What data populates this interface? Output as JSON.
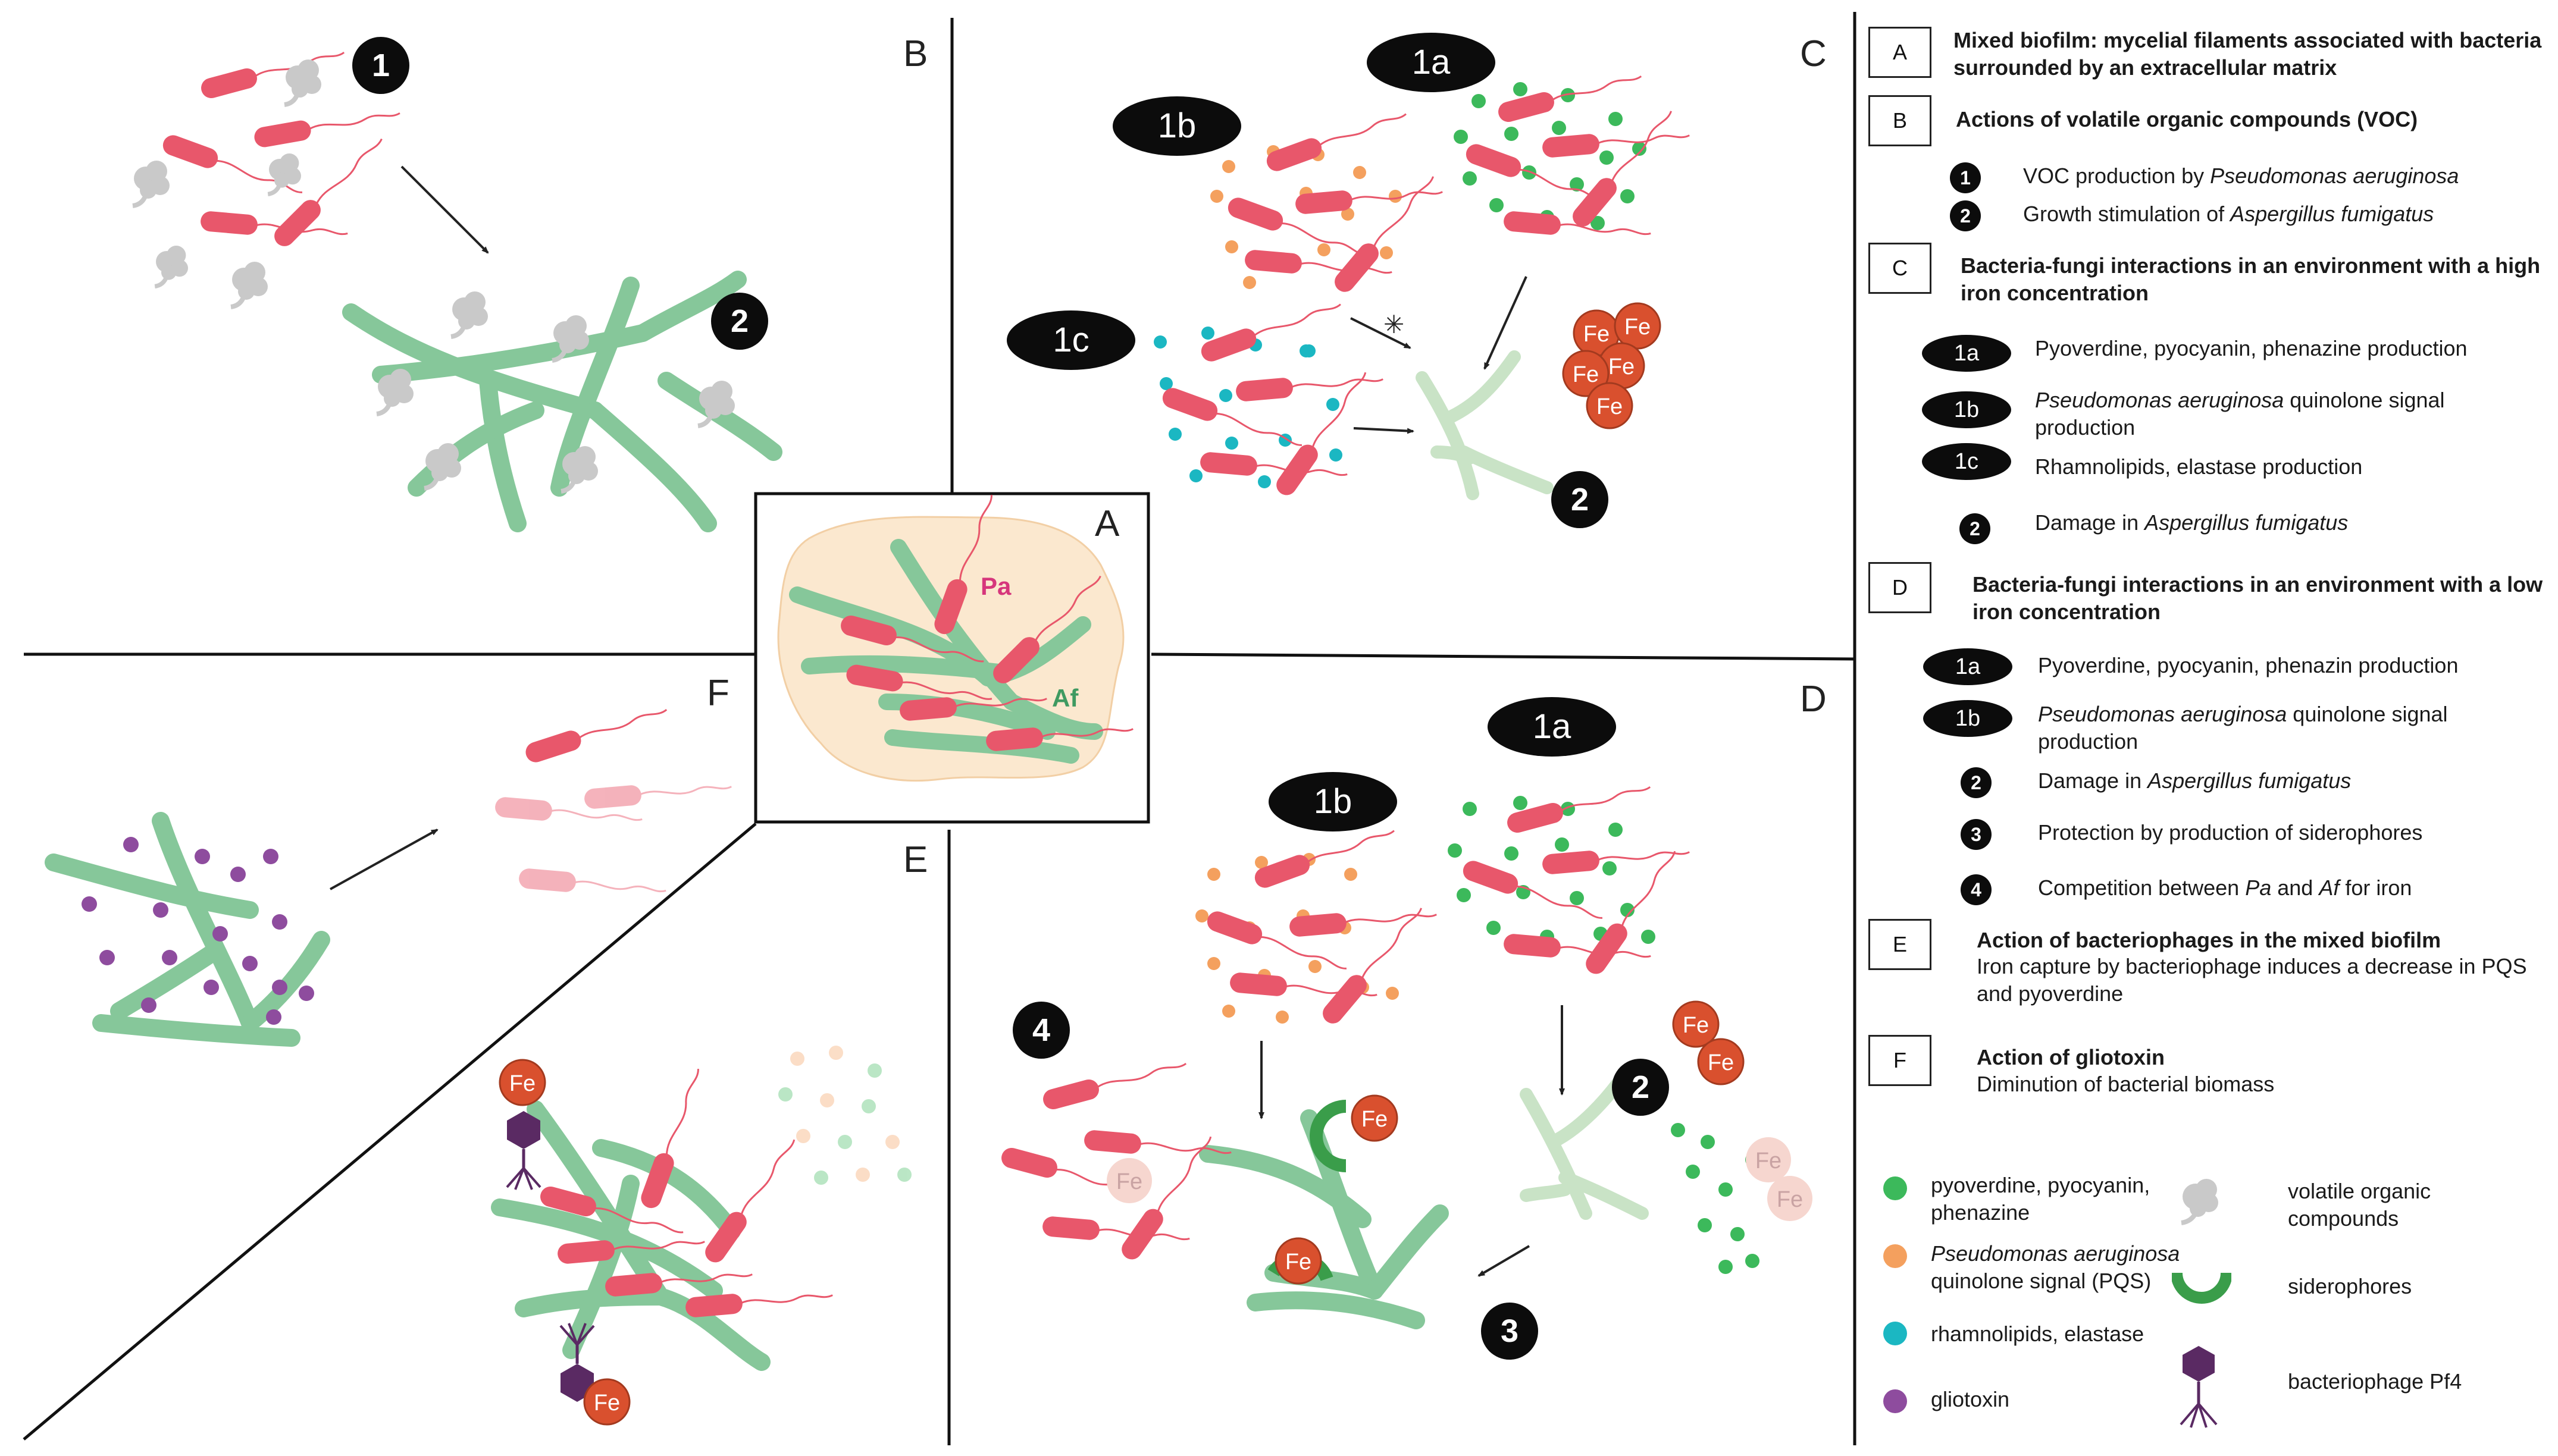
{
  "panels": {
    "A": "A",
    "B": "B",
    "C": "C",
    "D": "D",
    "E": "E",
    "F": "F"
  },
  "center": {
    "pa_label": "Pa",
    "af_label": "Af"
  },
  "badges": {
    "one": "1",
    "two": "2",
    "three": "3",
    "four": "4",
    "one_a": "1a",
    "one_b": "1b",
    "one_c": "1c"
  },
  "fe": "Fe",
  "legend": {
    "A": {
      "box": "A",
      "title": "Mixed biofilm: mycelial filaments associated with bacteria surrounded by an extracellular matrix"
    },
    "B": {
      "box": "B",
      "title": "Actions of volatile organic compounds (VOC)",
      "items": [
        {
          "badge": "1",
          "pre": "VOC production by ",
          "italic": "Pseudomonas aeruginosa",
          "post": ""
        },
        {
          "badge": "2",
          "pre": "Growth stimulation of ",
          "italic": "Aspergillus fumigatus",
          "post": ""
        }
      ]
    },
    "C": {
      "box": "C",
      "title": "Bacteria-fungi interactions in an environment with a high iron concentration",
      "items": [
        {
          "badge": "1a",
          "pre": "Pyoverdine, pyocyanin, phenazine production",
          "italic": "",
          "post": ""
        },
        {
          "badge": "1b",
          "pre": "",
          "italic": "Pseudomonas aeruginosa",
          "post": " quinolone signal production"
        },
        {
          "badge": "1c",
          "pre": "Rhamnolipids, elastase production",
          "italic": "",
          "post": ""
        },
        {
          "badge": "2",
          "pre": "Damage in ",
          "italic": "Aspergillus fumigatus",
          "post": ""
        }
      ]
    },
    "D": {
      "box": "D",
      "title": "Bacteria-fungi interactions in an environment with a low iron concentration",
      "items": [
        {
          "badge": "1a",
          "pre": "Pyoverdine, pyocyanin, phenazin production",
          "italic": "",
          "post": ""
        },
        {
          "badge": "1b",
          "pre": "",
          "italic": "Pseudomonas aeruginosa",
          "post": " quinolone signal production"
        },
        {
          "badge": "2",
          "pre": "Damage in ",
          "italic": "Aspergillus fumigatus",
          "post": ""
        },
        {
          "badge": "3",
          "pre": "Protection by production of siderophores",
          "italic": "",
          "post": ""
        },
        {
          "badge": "4",
          "pre": "Competition between ",
          "italic": "Pa",
          "mid": " and ",
          "italic2": "Af",
          "post": " for iron"
        }
      ]
    },
    "E": {
      "box": "E",
      "title": "Action of bacteriophages in the mixed biofilm",
      "body": "Iron capture by bacteriophage induces a decrease in PQS and pyoverdine"
    },
    "F": {
      "box": "F",
      "title": "Action of gliotoxin",
      "body": "Diminution of bacterial biomass"
    },
    "key": [
      {
        "icon": "green-dot-icon",
        "text": "pyoverdine, pyocyanin, phenazine"
      },
      {
        "icon": "orange-dot-icon",
        "italic": "Pseudomonas aeruginosa",
        "text": "quinolone signal (PQS)"
      },
      {
        "icon": "cyan-dot-icon",
        "text": "rhamnolipids, elastase"
      },
      {
        "icon": "purple-dot-icon",
        "text": "gliotoxin"
      },
      {
        "icon": "voc-cloud-icon",
        "text": "volatile organic compounds"
      },
      {
        "icon": "siderophore-icon",
        "text": "siderophores"
      },
      {
        "icon": "bacteriophage-icon",
        "text": "bacteriophage Pf4"
      }
    ]
  },
  "colors": {
    "bacteria": "#e8576b",
    "hyphae": "#86c79a",
    "hyphae_dark": "#3f9a61",
    "green_dot": "#3cb95b",
    "orange_dot": "#f4a05e",
    "cyan_dot": "#1bb7c2",
    "purple_dot": "#8e4c9e",
    "iron": "#d9502e",
    "matrix": "#fbe8cf",
    "voc": "#c9c9c9"
  }
}
